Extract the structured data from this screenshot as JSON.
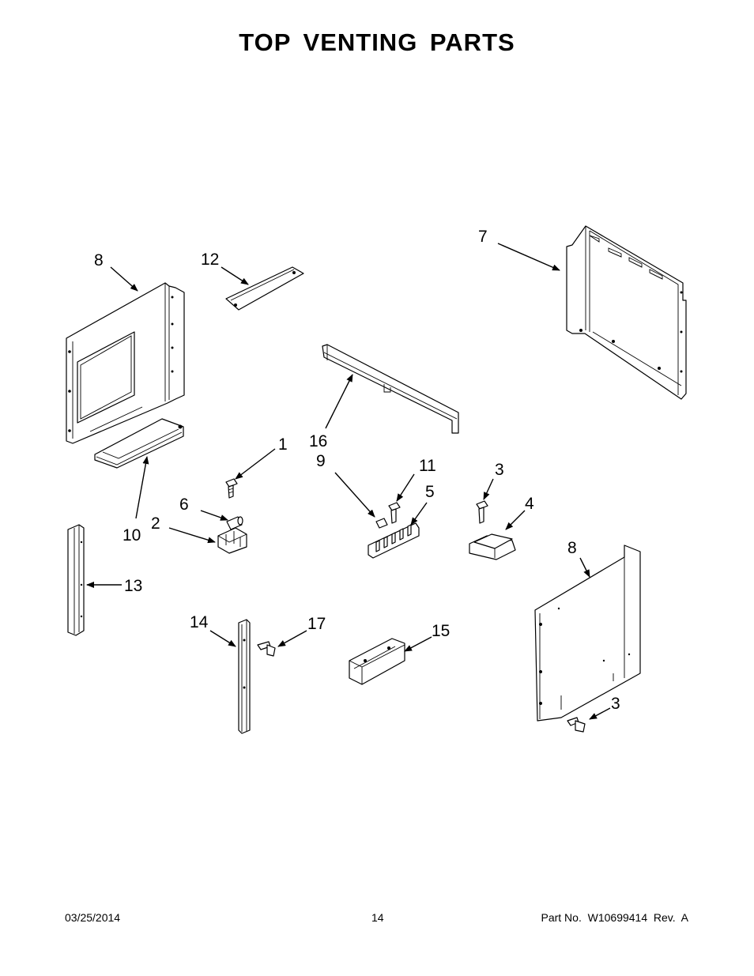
{
  "page": {
    "title": "TOP  VENTING  PARTS"
  },
  "callouts": {
    "c8a": "8",
    "c12": "12",
    "c7": "7",
    "c16": "16",
    "c1": "1",
    "c9": "9",
    "c11": "11",
    "c5": "5",
    "c3a": "3",
    "c4": "4",
    "c6": "6",
    "c2": "2",
    "c10": "10",
    "c8b": "8",
    "c13": "13",
    "c14": "14",
    "c17": "17",
    "c15": "15",
    "c3b": "3"
  },
  "footer": {
    "date": "03/25/2014",
    "page_number": "14",
    "part_number": "Part No.  W10699414  Rev.  A"
  }
}
